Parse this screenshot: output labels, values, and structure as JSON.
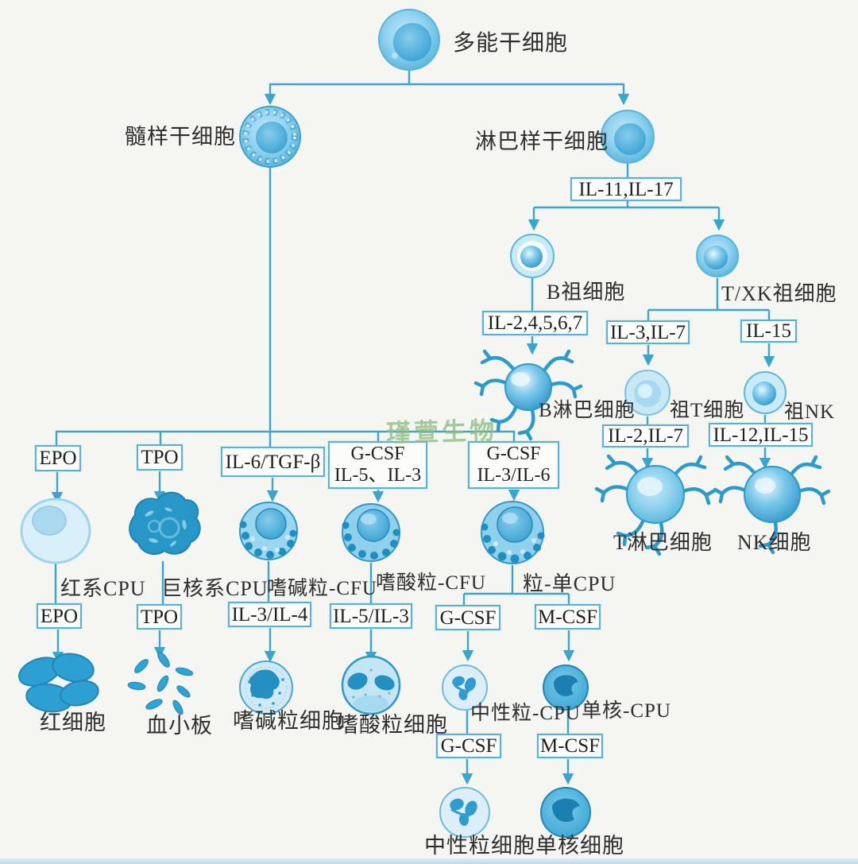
{
  "watermark": "瑾萱生物",
  "labels": {
    "stem": "多能干细胞",
    "myeloid": "髓样干细胞",
    "lymphoid": "淋巴样干细胞",
    "b_progenitor": "B祖细胞",
    "txk_progenitor": "T/XK祖细胞",
    "b_lymphocyte": "B淋巴细胞",
    "pro_t": "祖T细胞",
    "pro_nk": "祖NK",
    "t_lymphocyte": "T淋巴细胞",
    "nk_cell": "NK细胞",
    "erythroid_cfu": "红系CPU",
    "megakaryocyte_cfu": "巨核系CPU",
    "basophil_cfu": "嗜碱粒-CFU",
    "eosinophil_cfu": "嗜酸粒-CFU",
    "gm_cfu": "粒-单CPU",
    "rbc": "红细胞",
    "platelet": "血小板",
    "basophil": "嗜碱粒细胞",
    "eosinophil": "嗜酸粒细胞",
    "neutrophil_cfu": "中性粒-CPU",
    "monocyte_cfu": "单核-CPU",
    "neutrophil": "中性粒细胞",
    "monocyte": "单核细胞"
  },
  "factors": {
    "il11_il17": "IL-11,IL-17",
    "il2_4_5_6_7": "IL-2,4,5,6,7",
    "il3_il7": "IL-3,IL-7",
    "il15": "IL-15",
    "il2_il7": "IL-2,IL-7",
    "il12_il15": "IL-12,IL-15",
    "epo_1": "EPO",
    "tpo_1": "TPO",
    "il6_tgfb": "IL-6/TGF-β",
    "gcsf_il5_il3_line1": "G-CSF",
    "gcsf_il5_il3_line2": "IL-5、IL-3",
    "gcsf_il3_il6_line1": "G-CSF",
    "gcsf_il3_il6_line2": "IL-3/IL-6",
    "epo_2": "EPO",
    "tpo_2": "TPO",
    "il3_il4": "IL-3/IL-4",
    "il5_il3": "IL-5/IL-3",
    "gcsf_neu_1": "G-CSF",
    "mcsf_mono_1": "M-CSF",
    "gcsf_neu_2": "G-CSF",
    "mcsf_mono_2": "M-CSF"
  },
  "colors": {
    "line": "#3aa5cd",
    "box_border": "#56b2d8",
    "text": "#2e2e2e",
    "watermark_green": "#8fbf85",
    "background": "#f5f5f2"
  }
}
